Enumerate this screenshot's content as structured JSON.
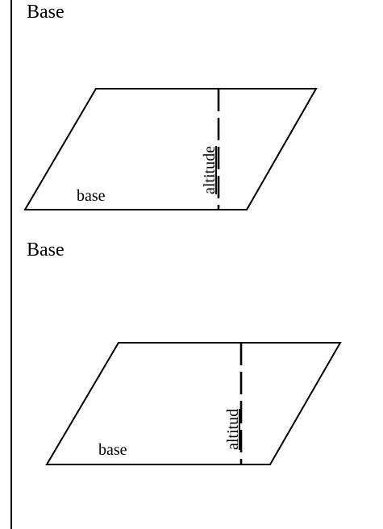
{
  "sections": [
    {
      "title": "Base",
      "base_label": "base",
      "altitude_label": "altitude",
      "underlined_letters": [
        3,
        4,
        7
      ]
    },
    {
      "title": "Base",
      "base_label": "base",
      "altitude_label": "altitud",
      "underlined_letters": [
        3,
        4,
        6
      ]
    }
  ],
  "colors": {
    "ink": "#000000",
    "background": "#ffffff"
  }
}
